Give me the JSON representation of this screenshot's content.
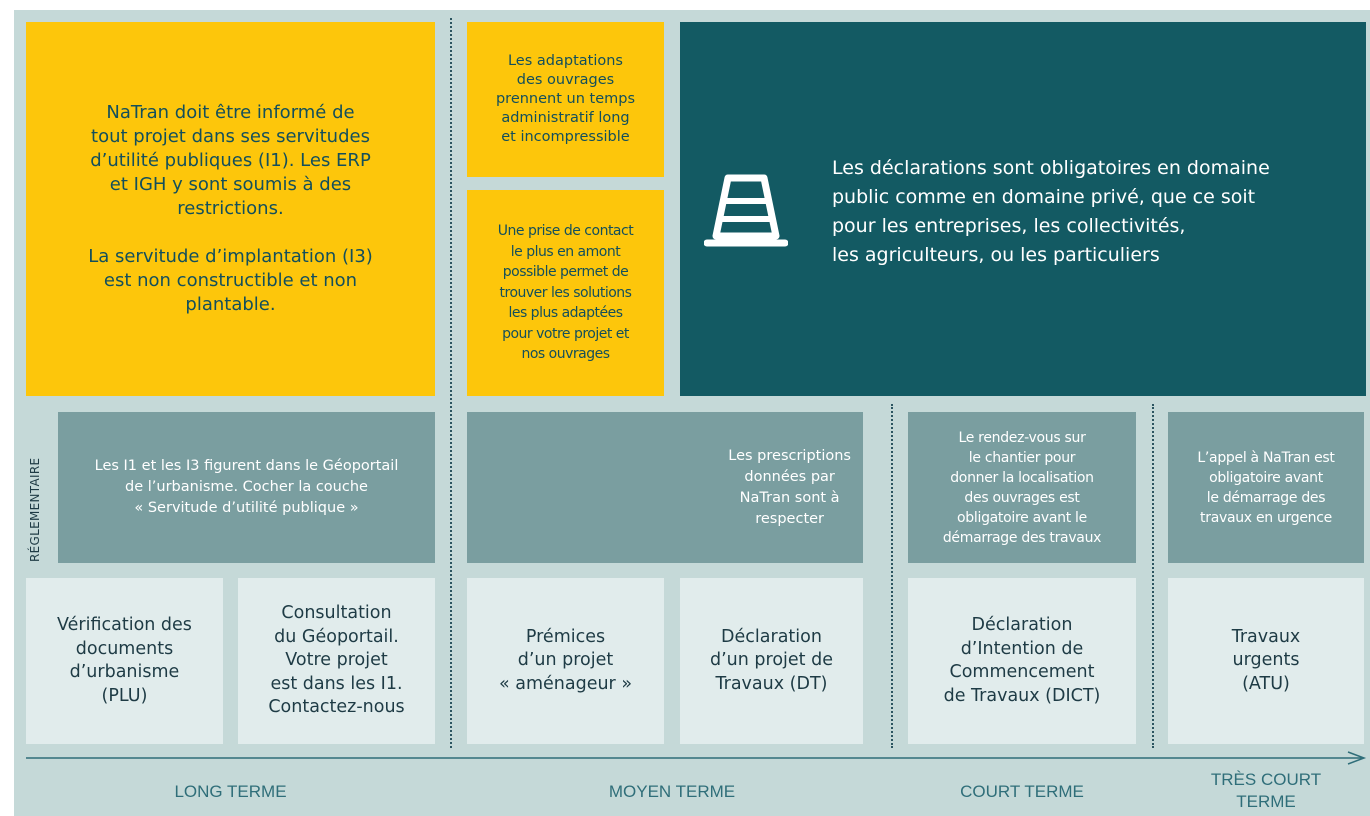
{
  "top": {
    "long_term_note": "NaTran doit être informé de\ntout projet dans ses servitudes\nd’utilité publiques (I1). Les ERP\net IGH y sont soumis à des\nrestrictions.\n\nLa servitude d’implantation (I3)\nest non constructible et non\nplantable.",
    "adaptations_note": "Les adaptations\ndes ouvrages\nprennent un temps\nadministratif long\net incompressible",
    "contact_note": "Une prise de contact\nle plus en amont\npossible permet de\ntrouver les solutions\nles plus adaptées\npour votre projet et\nnos ouvrages",
    "declarations_note": "Les déclarations sont obligatoires en domaine\npublic comme en domaine privé, que ce soit\npour les entreprises, les collectivités,\nles agriculteurs, ou les particuliers",
    "icon": "traffic-cone-icon"
  },
  "regulatory": {
    "side_label": "RÉGLEMENTAIRE",
    "long_term": "Les I1 et les I3 figurent dans le Géoportail\nde l’urbanisme. Cocher la couche\n« Servitude d’utilité publique »",
    "medium_term": "Les prescriptions\ndonnées par\nNaTran sont à\nrespecter",
    "short_term": "Le rendez-vous sur\nle chantier pour\ndonner la localisation\ndes ouvrages est\nobligatoire avant le\ndémarrage des travaux",
    "very_short_term": "L’appel à NaTran est\nobligatoire avant\nle démarrage des\ntravaux en urgence"
  },
  "steps": [
    "Vérification des\ndocuments\nd’urbanisme\n(PLU)",
    "Consultation\ndu Géoportail.\nVotre projet\nest dans les I1.\nContactez-nous",
    "Prémices\nd’un projet\n« aménageur »",
    "Déclaration\nd’un projet de\nTravaux (DT)",
    "Déclaration\nd’Intention de\nCommencement\nde Travaux (DICT)",
    "Travaux\nurgents\n(ATU)"
  ],
  "timeline": {
    "labels": [
      "LONG TERME",
      "MOYEN TERME",
      "COURT TERME",
      "TRÈS COURT\nTERME"
    ]
  },
  "colors": {
    "yellow": "#fdc60b",
    "dark_teal": "#135a63",
    "mid_teal": "#7a9ea0",
    "light_box": "#e1ecec",
    "background": "#c5d9d8"
  }
}
